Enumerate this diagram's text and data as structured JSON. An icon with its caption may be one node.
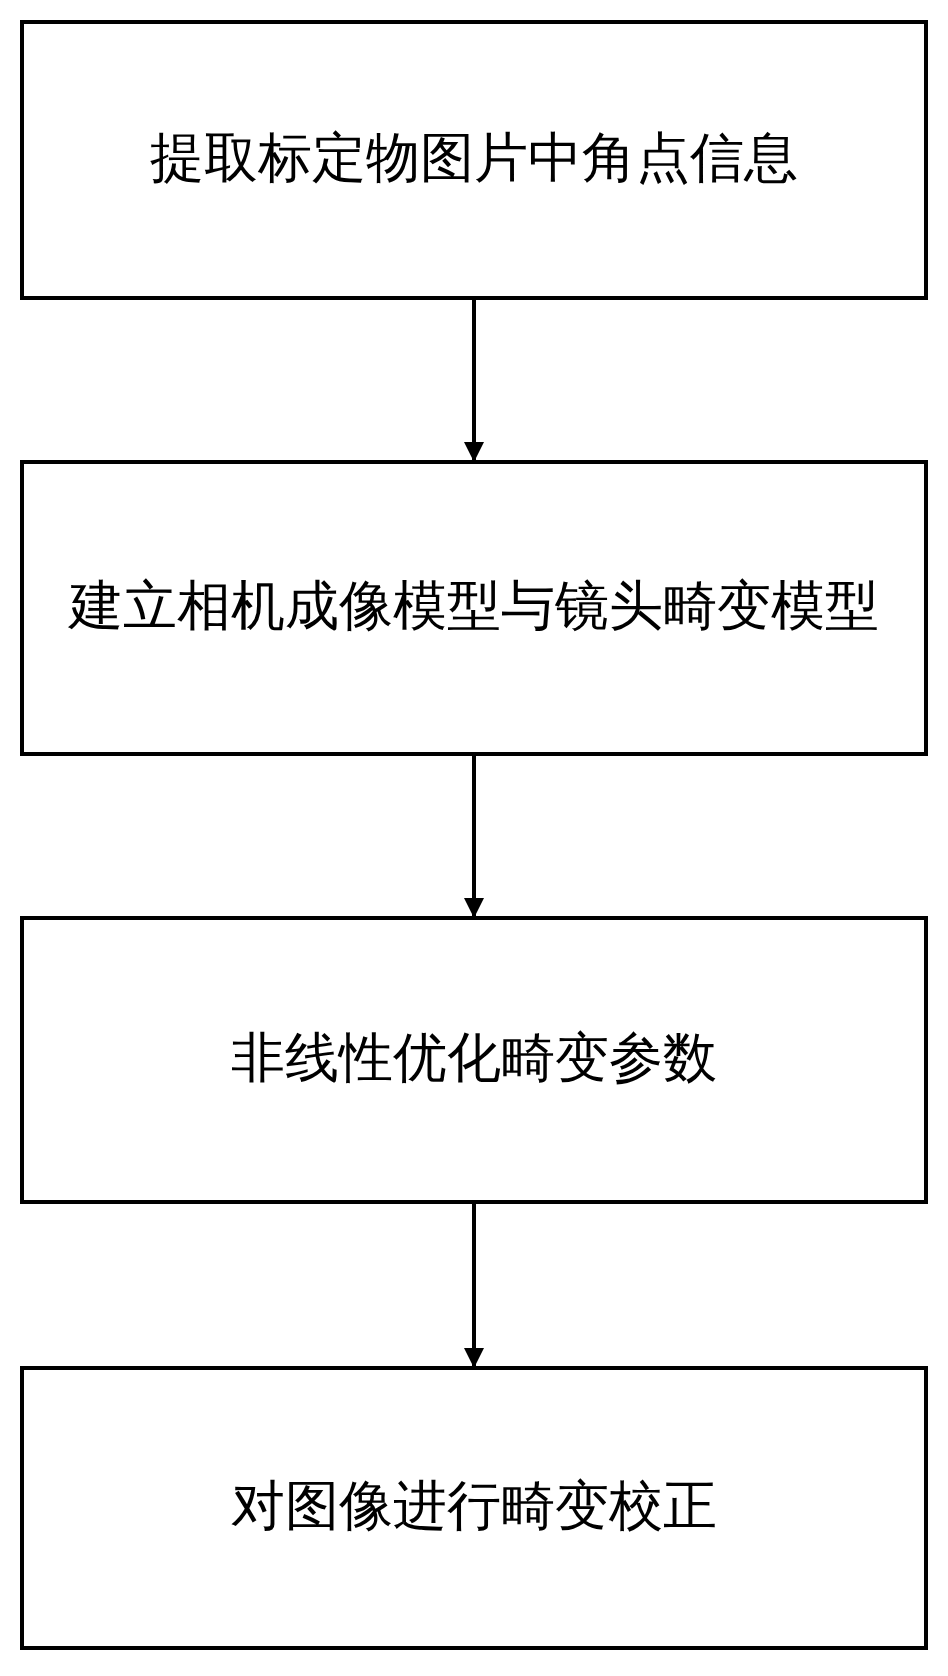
{
  "diagram": {
    "nodes": [
      {
        "text": [
          "提取标定物图片中角点信息"
        ]
      },
      {
        "text": [
          "建立相机成像模型与镜头畸变模型"
        ]
      },
      {
        "text": [
          "非线性优化畸变参数"
        ]
      },
      {
        "text": [
          "对图像进行畸变校正"
        ]
      }
    ],
    "edges": [
      {
        "from": 0,
        "to": 1,
        "arrow": "to"
      },
      {
        "from": 1,
        "to": 2,
        "arrow": "to"
      },
      {
        "from": 2,
        "to": 3,
        "arrow": "to"
      }
    ]
  }
}
